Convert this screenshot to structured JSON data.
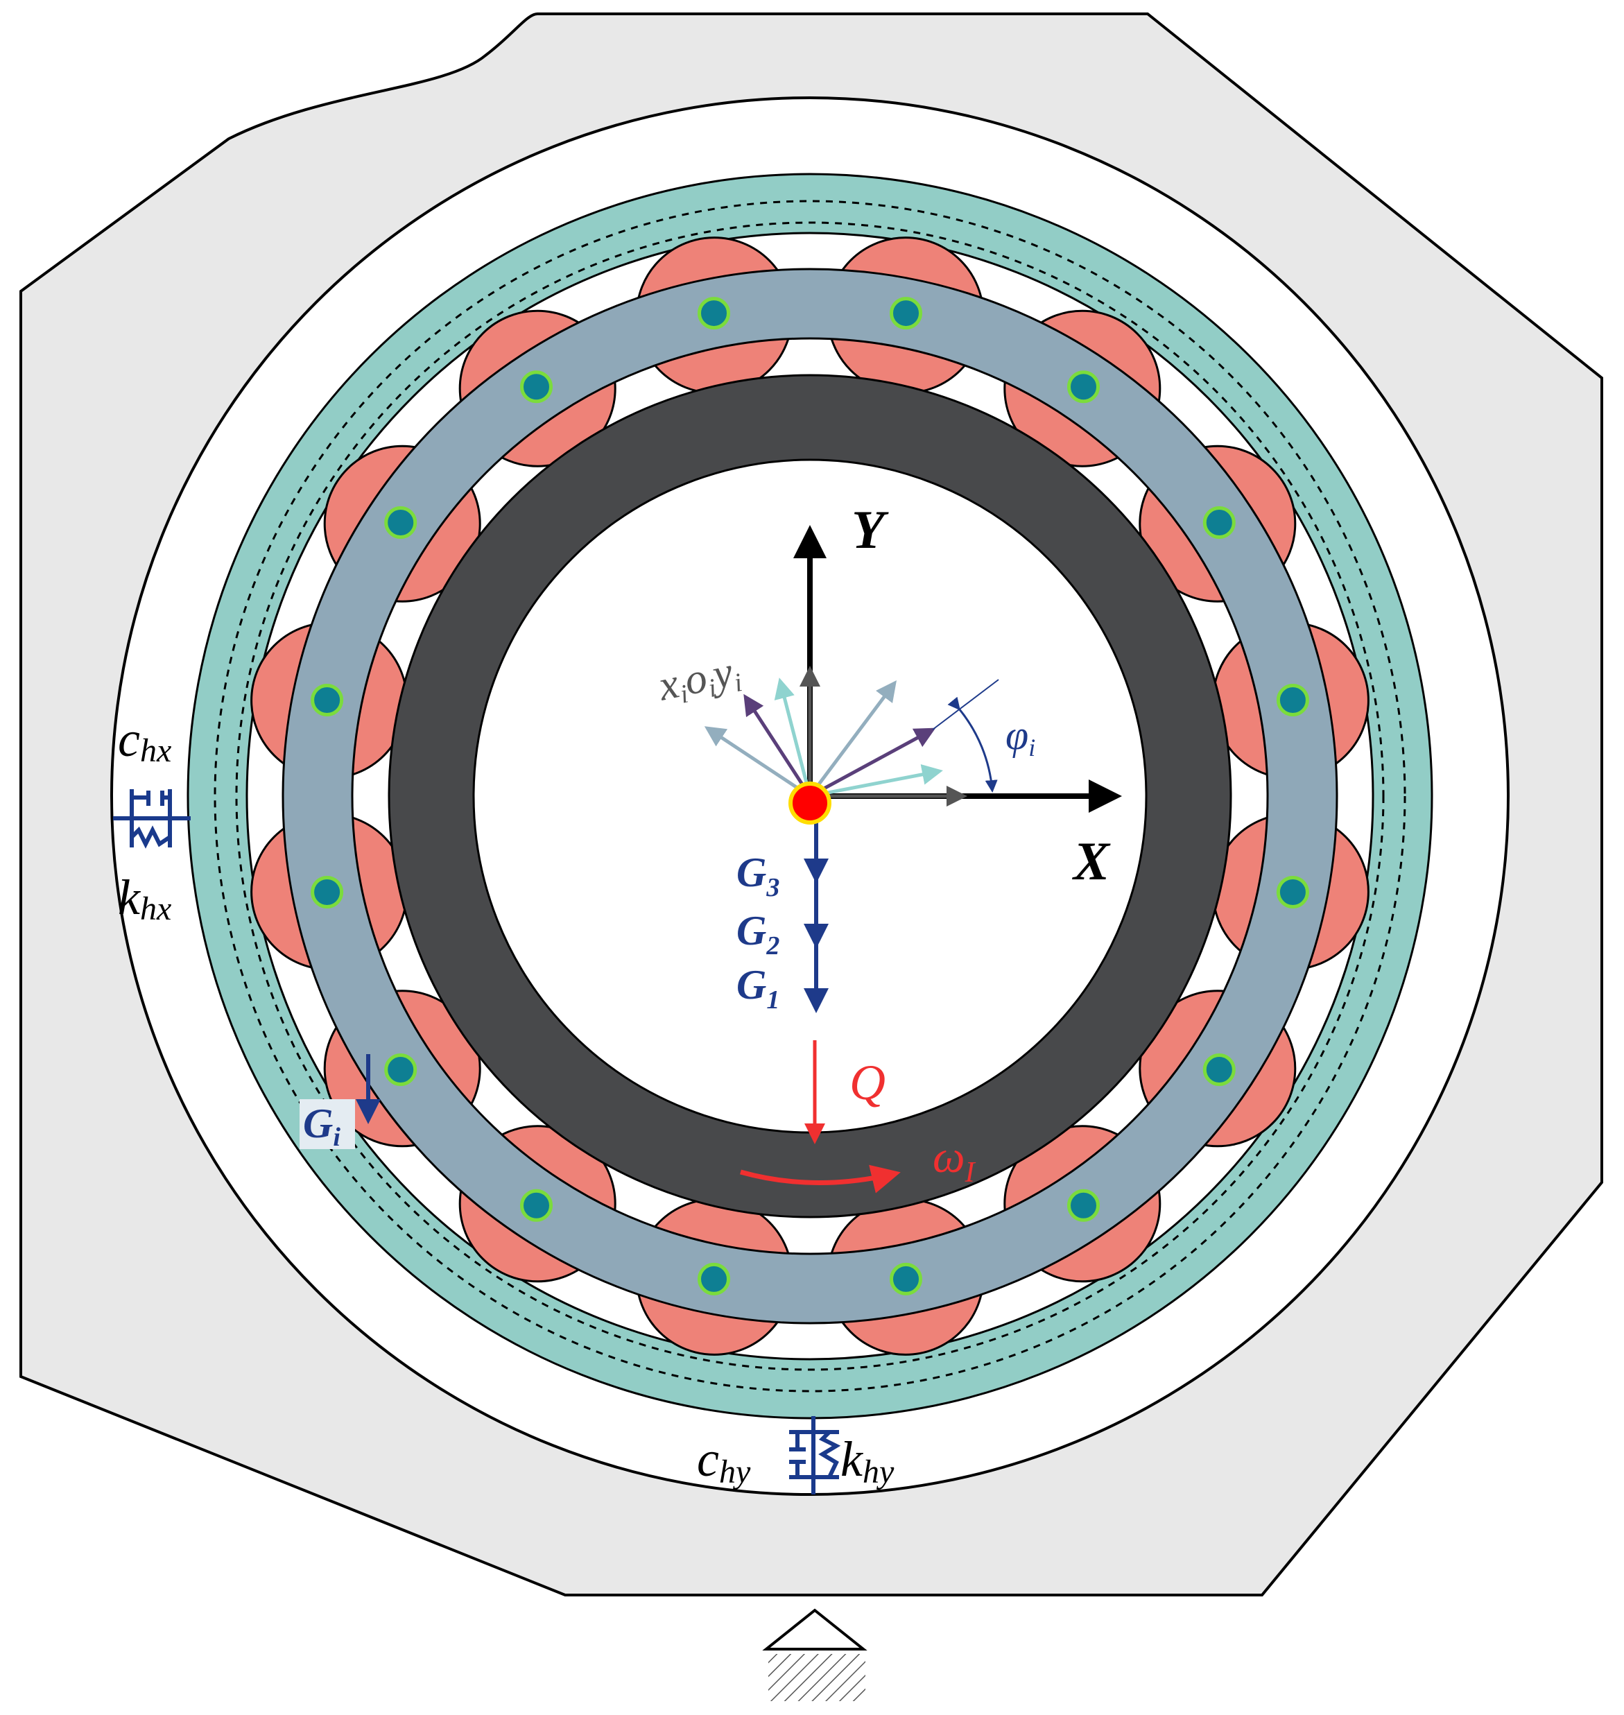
{
  "labels": {
    "axis_y": "Y",
    "axis_x": "X",
    "local_frame": {
      "x": "x",
      "x_sub": "i",
      "o": "o",
      "o_sub": "i",
      "y": "y",
      "y_sub": "i"
    },
    "angle": {
      "main": "φ",
      "sub": "i"
    },
    "gravity": [
      {
        "main": "G",
        "sub": "3"
      },
      {
        "main": "G",
        "sub": "2"
      },
      {
        "main": "G",
        "sub": "1"
      }
    ],
    "roller_gravity": {
      "main": "G",
      "sub": "i"
    },
    "load": "Q",
    "rotation": {
      "main": "ω",
      "sub": "I"
    },
    "damper_x": {
      "main": "c",
      "sub": "hx"
    },
    "spring_x": {
      "main": "k",
      "sub": "hx"
    },
    "damper_y": {
      "main": "c",
      "sub": "hy"
    },
    "spring_y": {
      "main": "k",
      "sub": "hy"
    }
  },
  "colors": {
    "housing": "#e8e8e8",
    "outer_ring": "#92cdc6",
    "cage": "#8fa8b8",
    "rollers": "#ee8278",
    "inner_ring": "#48494b",
    "pins": "#0e7f93",
    "pin_edge": "#7bdc3c",
    "axes": "#000000",
    "gravity": "#1e3a8a",
    "load": "#f03030",
    "center": "#ff0000",
    "center_edge": "#ffdd00",
    "supports": "#1a3a8c"
  },
  "counts": {
    "rollers": 16,
    "cage_pins": 16
  }
}
